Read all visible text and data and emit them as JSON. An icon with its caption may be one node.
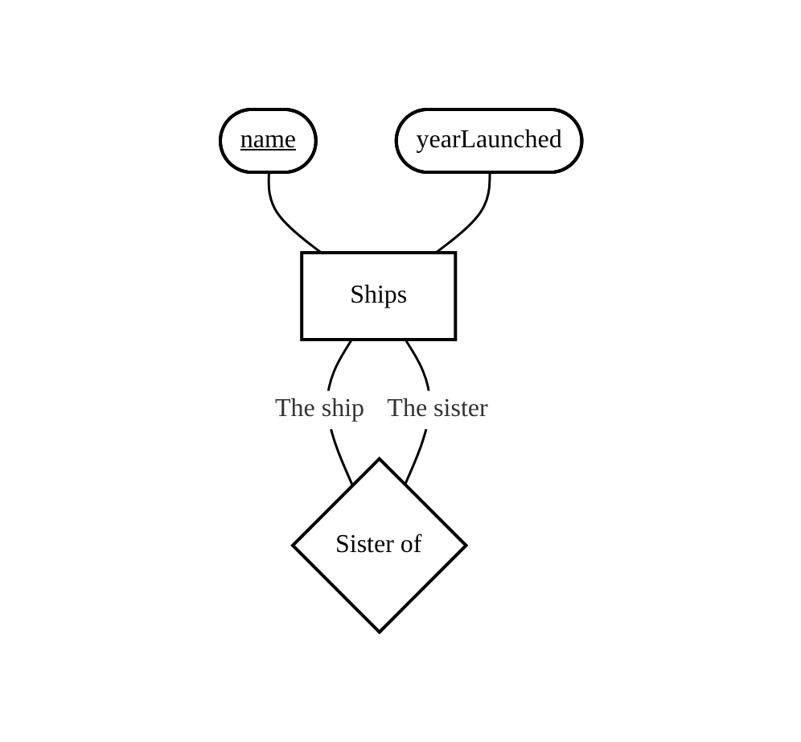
{
  "diagram": {
    "nodes": [
      {
        "text": [
          "name"
        ]
      },
      {
        "text": [
          "yearLaunched"
        ]
      },
      {
        "text": [
          "Ships"
        ]
      },
      {
        "text": [
          "Sister of"
        ]
      }
    ],
    "edges": [
      {
        "from": 0,
        "to": 2,
        "arrow": "none"
      },
      {
        "from": 1,
        "to": 2,
        "arrow": "none"
      },
      {
        "from": 2,
        "to": 3,
        "arrow": "none",
        "label": "The ship"
      },
      {
        "from": 2,
        "to": 3,
        "arrow": "none",
        "label": "The sister"
      }
    ]
  }
}
